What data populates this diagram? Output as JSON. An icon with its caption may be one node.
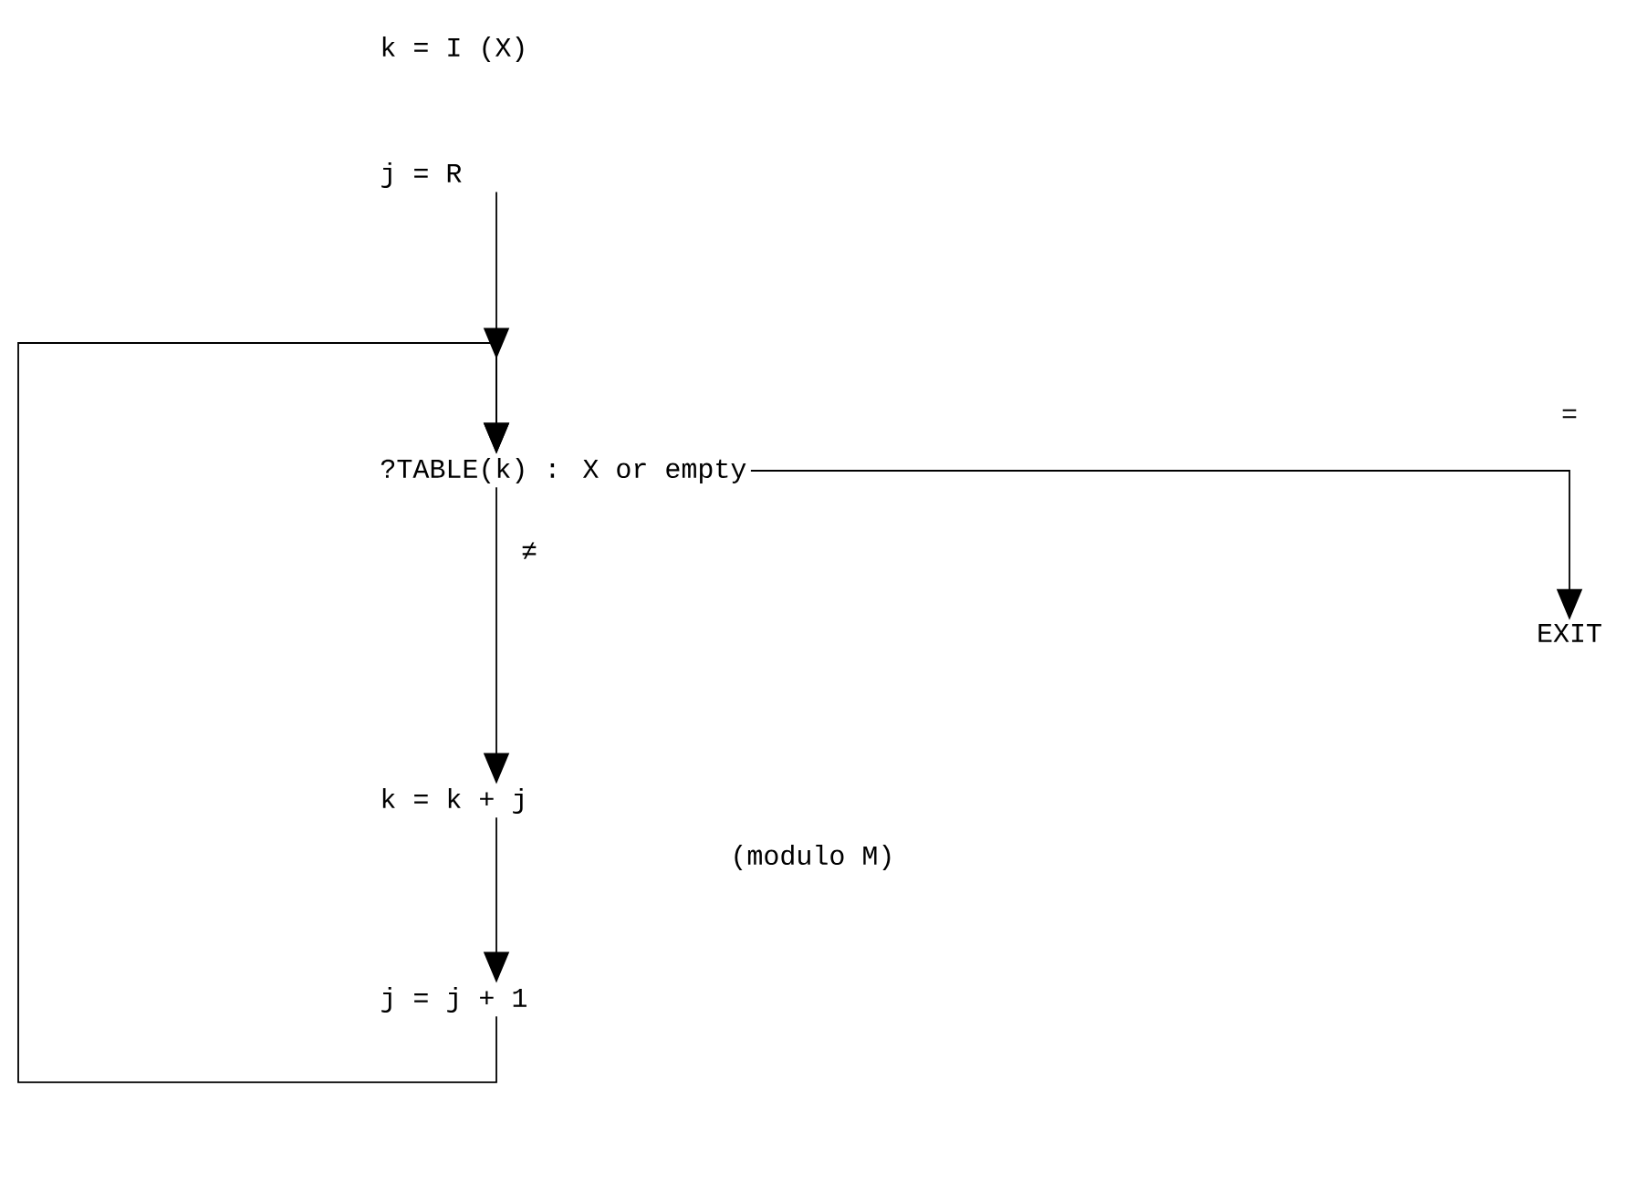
{
  "diagram": {
    "nodes": [
      {
        "text": [
          "k = I (X)"
        ]
      },
      {
        "text": [
          "j = R"
        ]
      },
      {
        "text": [
          "?TABLE(k) : X or empty"
        ]
      },
      {
        "text": [
          "EXIT"
        ]
      },
      {
        "text": [
          "k = k + j"
        ]
      },
      {
        "text": [
          "j = j + 1"
        ]
      }
    ],
    "edges": [
      {
        "from": 1,
        "to": 2,
        "arrow": "to"
      },
      {
        "from": 2,
        "to": 3,
        "arrow": "to",
        "label": "="
      },
      {
        "from": 2,
        "to": 4,
        "arrow": "to",
        "label": "≠"
      },
      {
        "from": 4,
        "to": 5,
        "arrow": "to"
      },
      {
        "from": 5,
        "to": 2,
        "arrow": "to"
      }
    ],
    "labels": [
      "(modulo M)"
    ]
  }
}
